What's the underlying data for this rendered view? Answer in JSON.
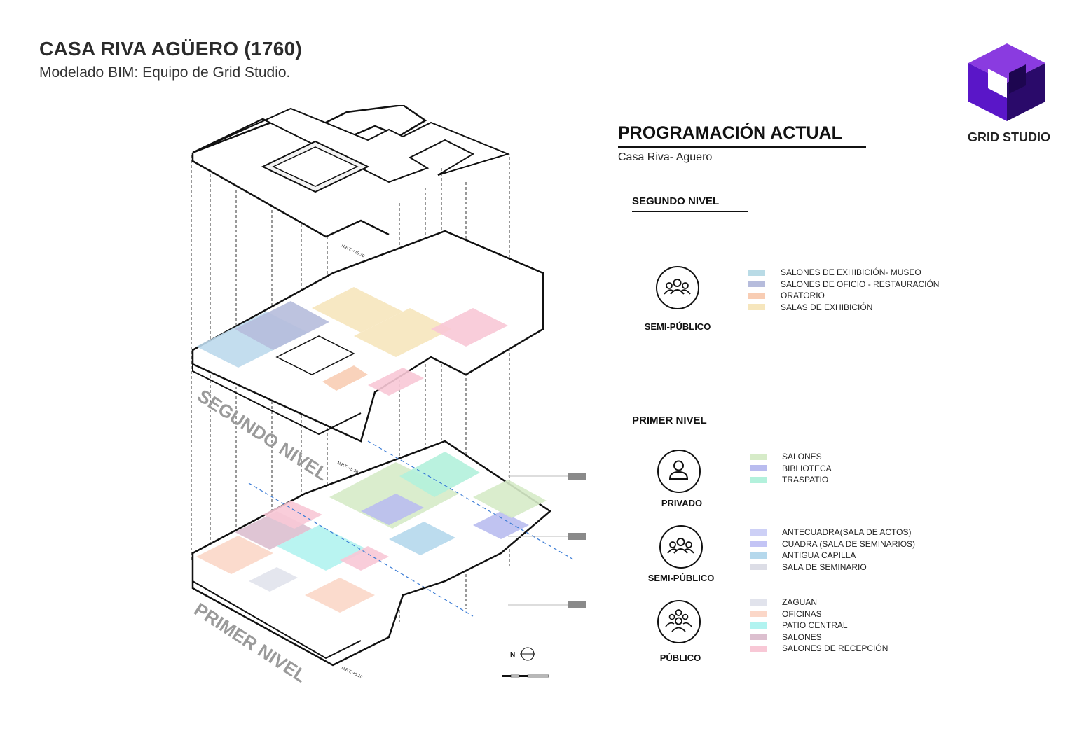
{
  "header": {
    "title": "CASA RIVA AGÜERO (1760)",
    "subtitle": "Modelado BIM: Equipo de Grid Studio."
  },
  "logo": {
    "label": "GRID STUDIO",
    "icon": "grid-studio-cube-logo"
  },
  "programacion": {
    "title": "PROGRAMACIÓN ACTUAL",
    "subtitle": "Casa Riva- Aguero"
  },
  "drawing": {
    "label_second": "SEGUNDO NIVEL",
    "label_first": "PRIMER NIVEL",
    "npt_top": "N.P.T. +10.30",
    "npt_mid": "N.P.T. +5.30",
    "npt_bottom": "N.P.T. +0.10",
    "north": "N"
  },
  "segundo_nivel": {
    "title": "SEGUNDO NIVEL",
    "groups": [
      {
        "label": "SEMI-PÚBLICO",
        "icon": "group-people-icon",
        "items": [
          {
            "label": "SALONES DE EXHIBICIÓN- MUSEO",
            "color": "#b9dbe6"
          },
          {
            "label": "SALONES DE OFICIO - RESTAURACIÓN",
            "color": "#b6bcdc"
          },
          {
            "label": "ORATORIO",
            "color": "#f8cdb4"
          },
          {
            "label": "SALAS DE EXHIBICIÓN",
            "color": "#f6e6bd"
          }
        ]
      }
    ]
  },
  "primer_nivel": {
    "title": "PRIMER NIVEL",
    "groups": [
      {
        "label": "PRIVADO",
        "icon": "person-icon",
        "items": [
          {
            "label": "SALONES",
            "color": "#d6ebc8"
          },
          {
            "label": "BIBLIOTECA",
            "color": "#b9bcef"
          },
          {
            "label": "TRASPATIO",
            "color": "#b3f1dc"
          }
        ]
      },
      {
        "label": "SEMI-PÚBLICO",
        "icon": "group-people-icon",
        "items": [
          {
            "label": "ANTECUADRA(SALA DE ACTOS)",
            "color": "#cdd0f6"
          },
          {
            "label": "CUADRA (SALA DE SEMINARIOS)",
            "color": "#c3c4f5"
          },
          {
            "label": "ANTIGUA CAPILLA",
            "color": "#b5d8ec"
          },
          {
            "label": "SALA DE SEMINARIO",
            "color": "#dcdde6"
          }
        ]
      },
      {
        "label": "PÚBLICO",
        "icon": "crowd-icon",
        "items": [
          {
            "label": "ZAGUAN",
            "color": "#e1e3ec"
          },
          {
            "label": "OFICINAS",
            "color": "#fbd7c8"
          },
          {
            "label": "PATIO CENTRAL",
            "color": "#b1f3f0"
          },
          {
            "label": "SALONES",
            "color": "#dcbfcf"
          },
          {
            "label": "SALONES DE RECEPCIÓN",
            "color": "#f8c8d6"
          }
        ]
      }
    ]
  }
}
